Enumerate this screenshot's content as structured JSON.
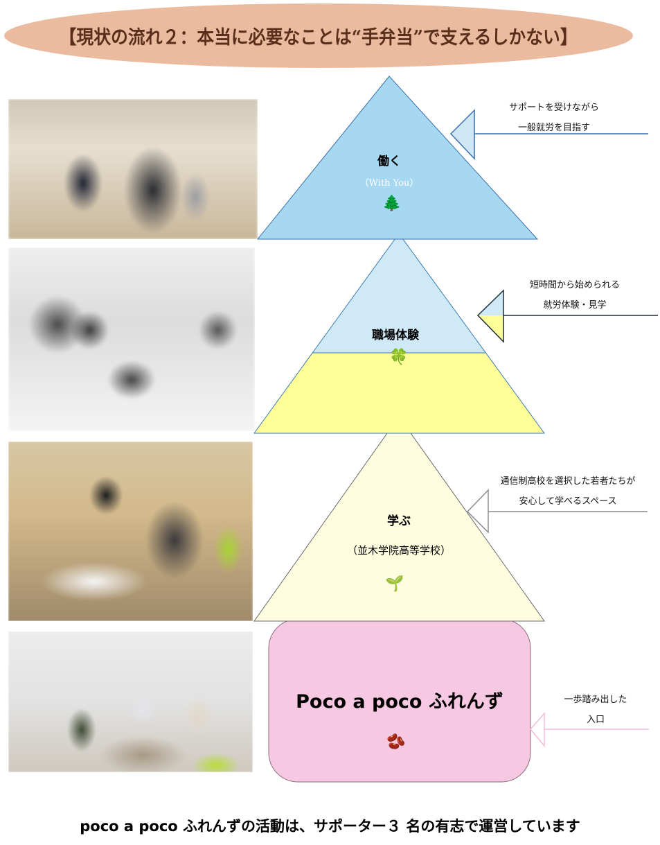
{
  "header": {
    "title": "【現状の流れ２：本当に必要なことは“手弁当”で支えるしかない】",
    "background_color": "#ebbba0",
    "text_color": "#5a2e1a"
  },
  "photos": [
    {
      "alt": "Office room with young people working at computers (blurred)"
    },
    {
      "alt": "Meeting room with people working on laptops around a table (grayscale, blurred)"
    },
    {
      "alt": "Students studying with worksheets at a table (faces blurred)"
    },
    {
      "alt": "Small group gathered around a table with snacks (faces blurred)"
    }
  ],
  "tiers": [
    {
      "id": "work",
      "title": "働く",
      "subtitle": "（With You）",
      "icon": "🌲",
      "icon_name": "evergreen-tree-icon",
      "fill": "#a6d8f2",
      "note_lines": [
        "サポートを受けながら",
        "一般就労を目指す"
      ],
      "arrow_color": "#3a6fa8"
    },
    {
      "id": "job-experience",
      "title": "職場体験",
      "icon": "🍀",
      "icon_name": "four-leaf-clover-icon",
      "fill_top": "#cfe9f7",
      "fill_bottom": "#ffff99",
      "note_lines": [
        "短時間から始められる",
        "就労体験・見学"
      ],
      "arrow_color": "#1b2b3a"
    },
    {
      "id": "learn",
      "title": "学ぶ",
      "subtitle": "（並木学院高等学校）",
      "icon": "🌱",
      "icon_name": "seedling-icon",
      "fill": "#fffde0",
      "note_lines": [
        "通信制高校を選択した若者たちが",
        "安心して学べるスペース"
      ],
      "arrow_color": "#8c8c8c"
    },
    {
      "id": "entrance",
      "title": "Poco a poco ふれんず",
      "icon": "🫘",
      "icon_name": "beans-icon",
      "fill": "#f6c8e2",
      "note_lines": [
        "一歩踏み出した",
        "入口"
      ],
      "arrow_color": "#f2bcd9"
    }
  ],
  "footer": {
    "text": "poco a poco ふれんずの活動は、サポーター３ 名の有志で運営しています"
  }
}
